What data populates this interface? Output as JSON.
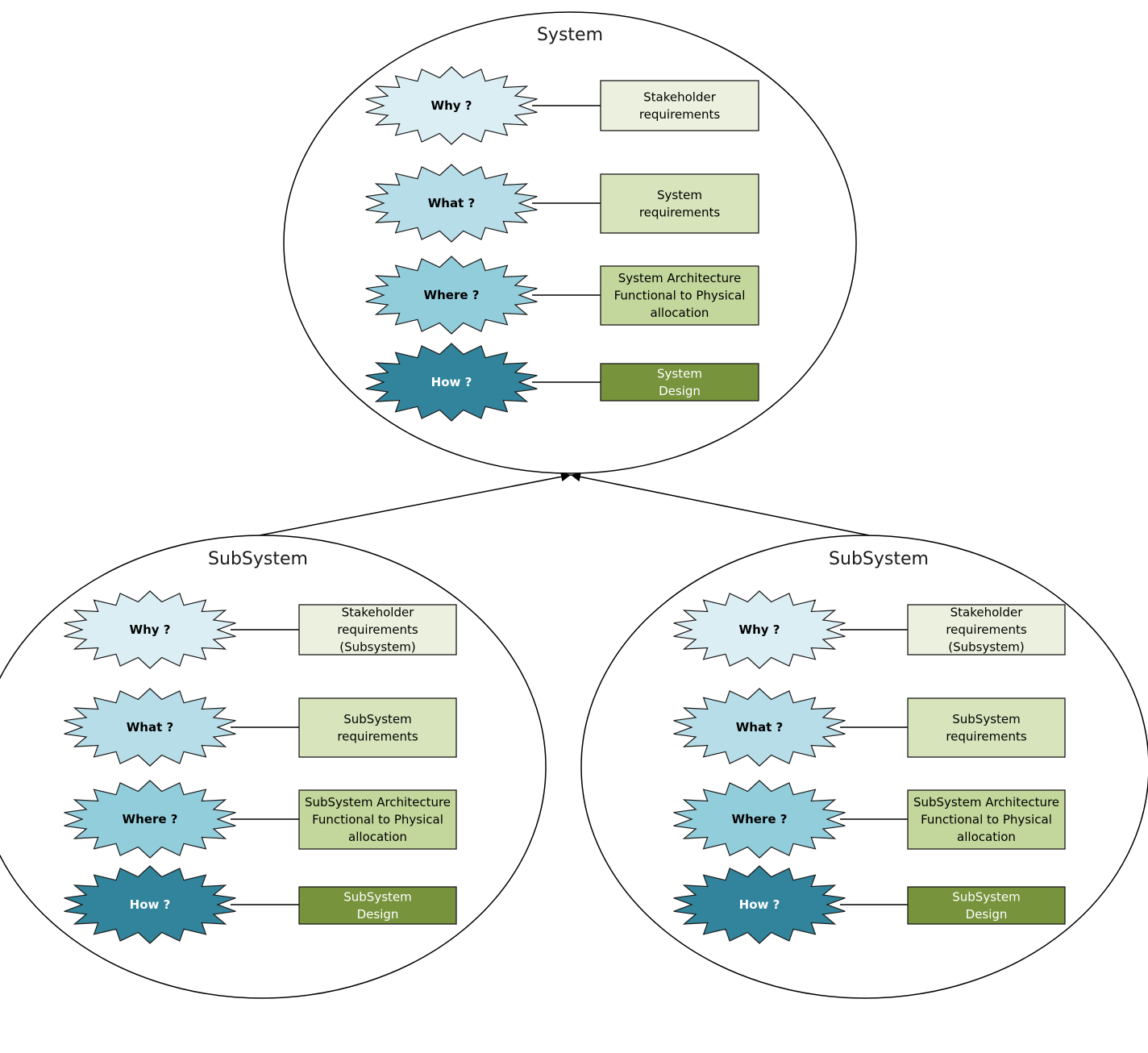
{
  "groups": [
    {
      "title": "System",
      "rows": [
        {
          "question": "Why ?",
          "box": [
            "Stakeholder",
            "requirements"
          ],
          "level": 0
        },
        {
          "question": "What ?",
          "box": [
            "System",
            "requirements"
          ],
          "level": 1
        },
        {
          "question": "Where ?",
          "box": [
            "System Architecture",
            "Functional to Physical",
            "allocation"
          ],
          "level": 2
        },
        {
          "question": "How ?",
          "box": [
            "System",
            "Design"
          ],
          "level": 3
        }
      ]
    },
    {
      "title": "SubSystem",
      "rows": [
        {
          "question": "Why ?",
          "box": [
            "Stakeholder",
            "requirements",
            "(Subsystem)"
          ],
          "level": 0
        },
        {
          "question": "What ?",
          "box": [
            "SubSystem",
            "requirements"
          ],
          "level": 1
        },
        {
          "question": "Where ?",
          "box": [
            "SubSystem Architecture",
            "Functional to Physical",
            "allocation"
          ],
          "level": 2
        },
        {
          "question": "How ?",
          "box": [
            "SubSystem",
            "Design"
          ],
          "level": 3
        }
      ]
    },
    {
      "title": "SubSystem",
      "rows": [
        {
          "question": "Why ?",
          "box": [
            "Stakeholder",
            "requirements",
            "(Subsystem)"
          ],
          "level": 0
        },
        {
          "question": "What ?",
          "box": [
            "SubSystem",
            "requirements"
          ],
          "level": 1
        },
        {
          "question": "Where ?",
          "box": [
            "SubSystem Architecture",
            "Functional to Physical",
            "allocation"
          ],
          "level": 2
        },
        {
          "question": "How ?",
          "box": [
            "SubSystem",
            "Design"
          ],
          "level": 3
        }
      ]
    }
  ],
  "colors": {
    "star_fill": [
      "#dbeef4",
      "#b7dde8",
      "#92cddc",
      "#31849b"
    ],
    "box_fill": [
      "#ebf1de",
      "#d7e4bc",
      "#c3d69b",
      "#77933c"
    ],
    "text_dark": "#000000",
    "text_light": "#ffffff"
  }
}
